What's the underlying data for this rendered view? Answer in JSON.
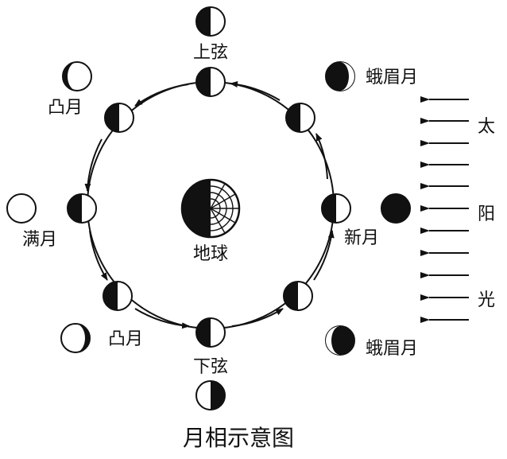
{
  "labels": {
    "first_quarter": "上弦",
    "waxing_gibbous": "凸月",
    "full_moon": "满月",
    "waning_gibbous": "凸月",
    "last_quarter": "下弦",
    "new_moon": "新月",
    "crescent_upper": "蛾眉月",
    "crescent_lower": "蛾眉月",
    "earth": "地球",
    "sun_1": "太",
    "sun_2": "阳",
    "sun_3": "光",
    "title": "月相示意图"
  },
  "colors": {
    "ink": "#111111",
    "background": "#ffffff"
  }
}
